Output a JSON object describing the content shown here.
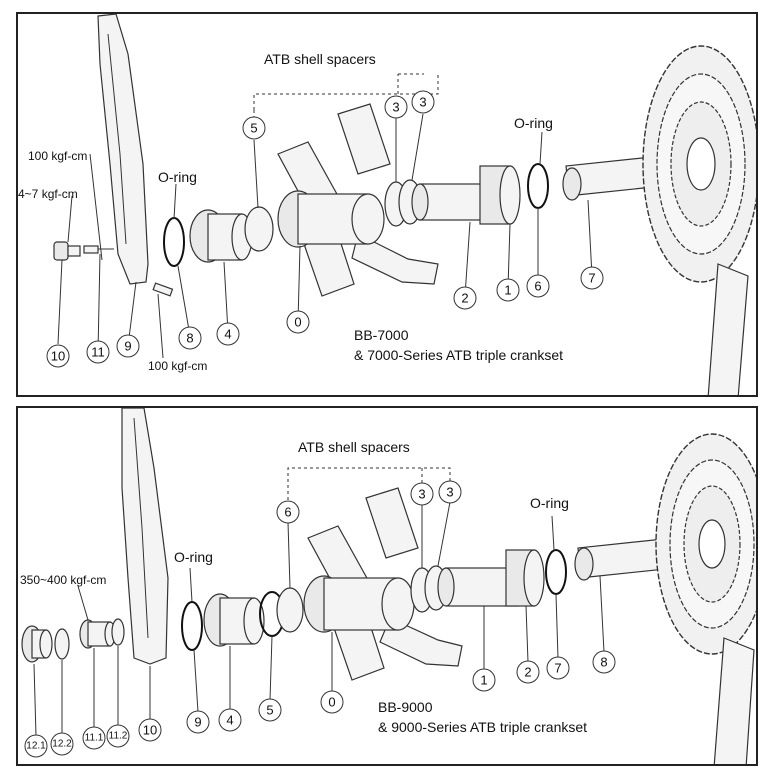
{
  "top": {
    "title": "BB-7000",
    "subtitle": "& 7000-Series ATB triple crankset",
    "spacers_label": "ATB shell spacers",
    "oring_left": "O-ring",
    "oring_right": "O-ring",
    "torque_a": "100 kgf-cm",
    "torque_b": "4~7 kgf-cm",
    "torque_c": "100 kgf-cm",
    "callouts": [
      "10",
      "11",
      "9",
      "8",
      "4",
      "0",
      "5",
      "3",
      "3",
      "2",
      "1",
      "6",
      "7"
    ]
  },
  "bottom": {
    "title": "BB-9000",
    "subtitle": "& 9000-Series ATB triple crankset",
    "spacers_label": "ATB shell spacers",
    "oring_left": "O-ring",
    "oring_right": "O-ring",
    "torque_a": "350~400 kgf-cm",
    "callouts": [
      "12.1",
      "12.2",
      "11.1",
      "11.2",
      "10",
      "9",
      "4",
      "5",
      "0",
      "6",
      "3",
      "3",
      "1",
      "2",
      "7",
      "8"
    ]
  }
}
